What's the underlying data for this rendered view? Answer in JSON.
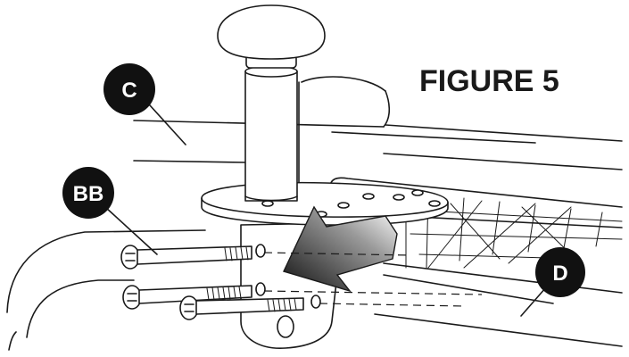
{
  "figure": {
    "title": "FIGURE 5",
    "callouts": {
      "c": "C",
      "bb": "BB",
      "d": "D"
    }
  }
}
